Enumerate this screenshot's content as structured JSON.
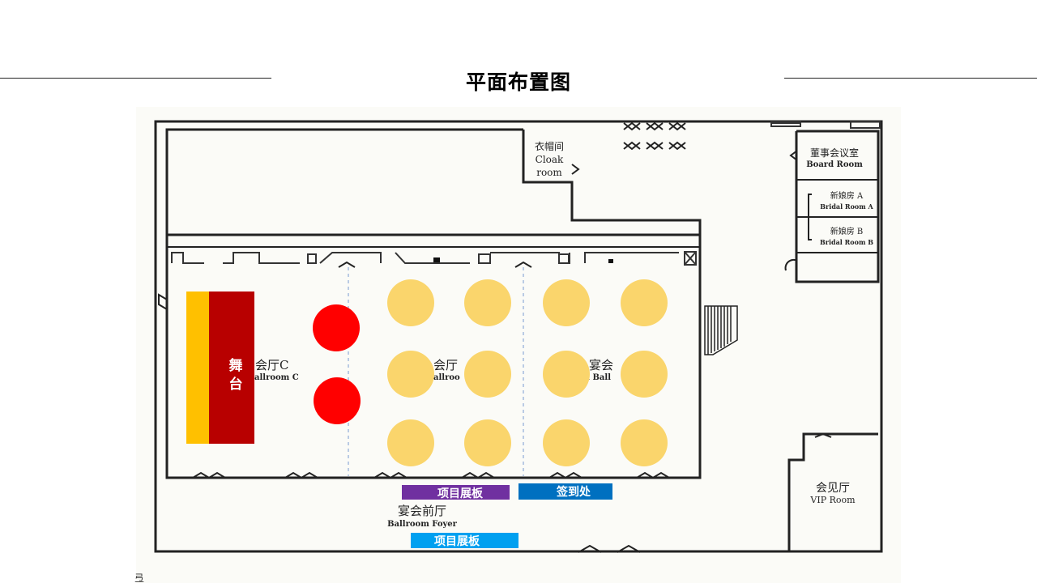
{
  "title": "平面布置图",
  "rooms": {
    "cloak": {
      "cn": "衣帽间",
      "en1": "Cloak",
      "en2": "room"
    },
    "board": {
      "cn": "董事会议室",
      "en": "Board Room"
    },
    "bridal_a": {
      "cn": "新娘房 A",
      "en": "Bridal Room A"
    },
    "bridal_b": {
      "cn": "新娘房 B",
      "en": "Bridal Room B"
    },
    "vip": {
      "cn": "会见厅",
      "en": "VIP Room"
    },
    "foyer": {
      "cn": "宴会前厅",
      "en": "Ballroom Foyer"
    },
    "ballroom_c": {
      "cn": "会厅C",
      "en": "allroom C"
    },
    "ballroom_b": {
      "cn": "会厅",
      "en": "allroo"
    },
    "grand": {
      "cn": "宴会",
      "en": "d Ball"
    }
  },
  "labels": {
    "stage": "舞台",
    "display_board_top": "项目展板",
    "signin": "签到处",
    "display_board_bottom": "项目展板",
    "corner_glyph": "弖"
  },
  "colors": {
    "stage_red": "#B80000",
    "stage_yellow": "#FFC000",
    "vip_table": "#FF0000",
    "guest_table": "#FAD56C",
    "display_purple": "#7030A0",
    "signin_blue": "#0070C0",
    "display_blue": "#00A0F0"
  }
}
